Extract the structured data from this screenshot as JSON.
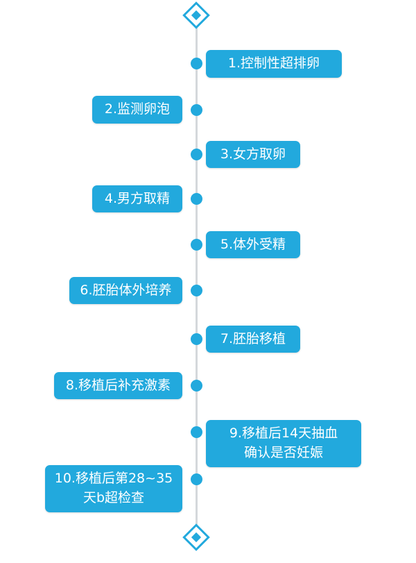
{
  "accent_color": "#22a9dd",
  "steps": [
    {
      "label": "1.控制性超排卵",
      "side": "right"
    },
    {
      "label": "2.监测卵泡",
      "side": "left"
    },
    {
      "label": "3.女方取卵",
      "side": "right"
    },
    {
      "label": "4.男方取精",
      "side": "left"
    },
    {
      "label": "5.体外受精",
      "side": "right"
    },
    {
      "label": "6.胚胎体外培养",
      "side": "left"
    },
    {
      "label": "7.胚胎移植",
      "side": "right"
    },
    {
      "label": "8.移植后补充激素",
      "side": "left"
    },
    {
      "label": "9.移植后14天抽血\n确认是否妊娠",
      "side": "right"
    },
    {
      "label": "10.移植后第28~35\n天b超检查",
      "side": "left"
    }
  ]
}
